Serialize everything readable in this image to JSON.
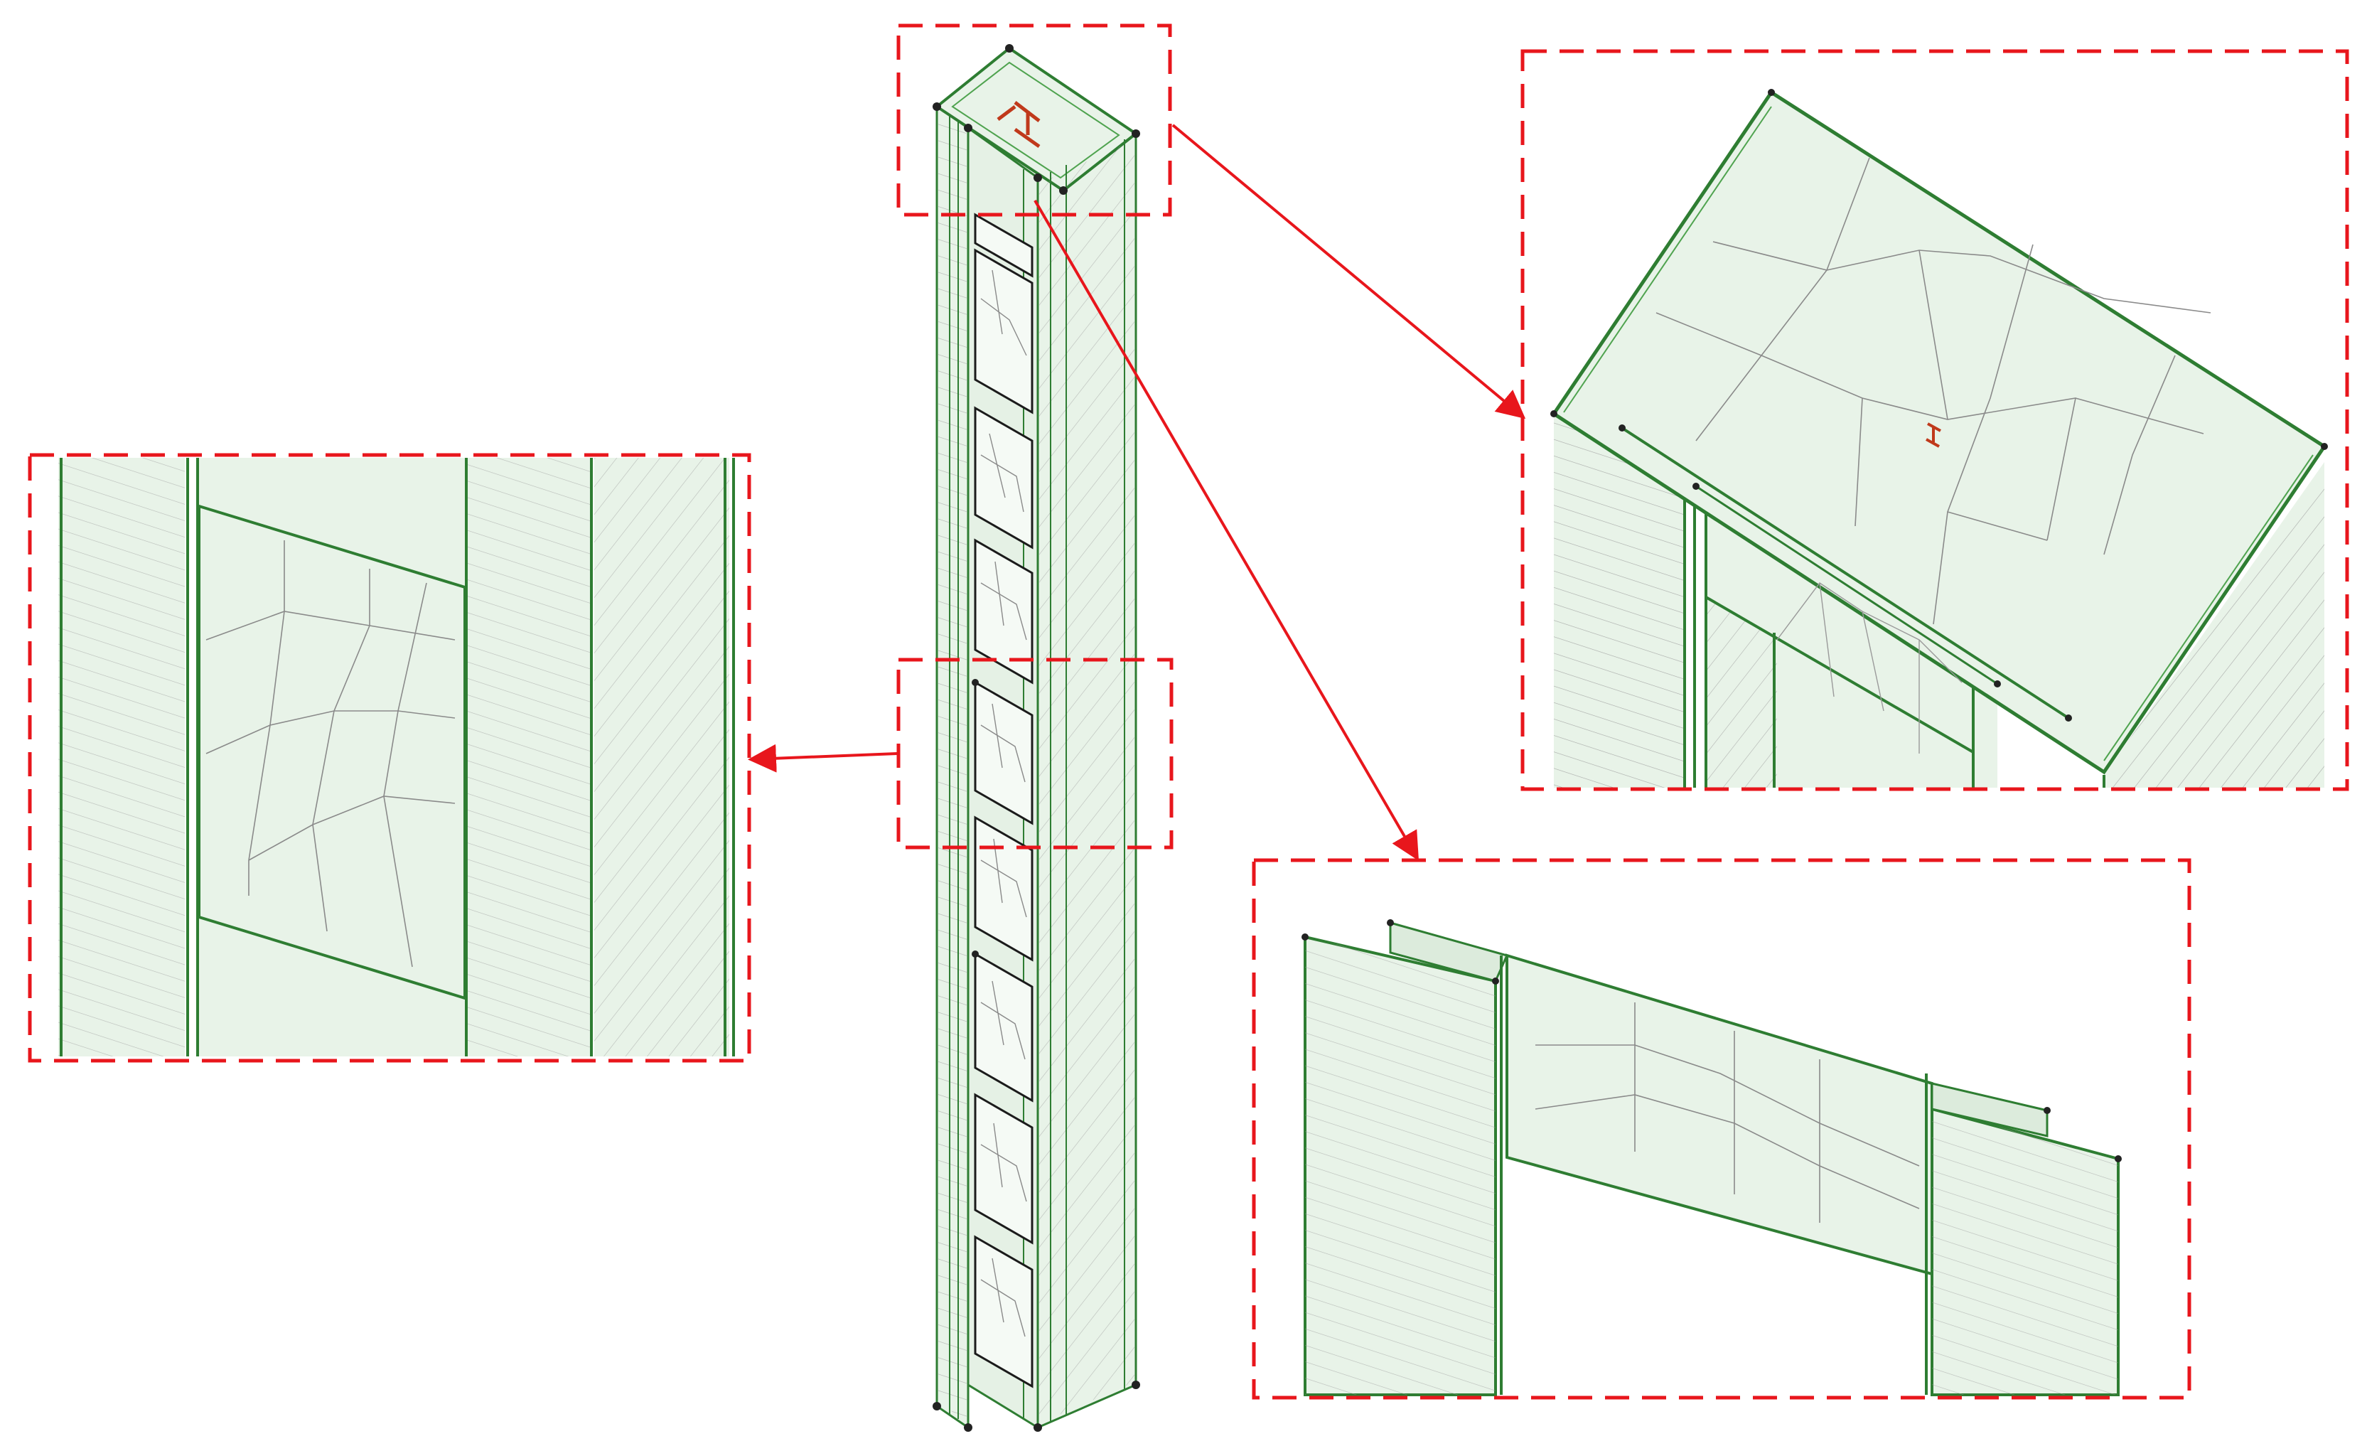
{
  "diagram": {
    "background": "#ffffff",
    "panel_fill": "#e8f3e8",
    "panel_fill_dark": "#dcebdc",
    "edge_color": "#2e7d32",
    "edge_color_light": "#5fae5f",
    "mesh_color": "#8a8a8a",
    "node_color": "#222222",
    "callout_color": "#e8161c",
    "section_icon_color": "#c0391b",
    "views": [
      {
        "id": "column-overview",
        "label": ""
      },
      {
        "id": "zoom-top-end",
        "label": ""
      },
      {
        "id": "zoom-web-opening",
        "label": ""
      },
      {
        "id": "zoom-opening-section",
        "label": ""
      }
    ],
    "icons": [
      "i-section-icon"
    ]
  }
}
